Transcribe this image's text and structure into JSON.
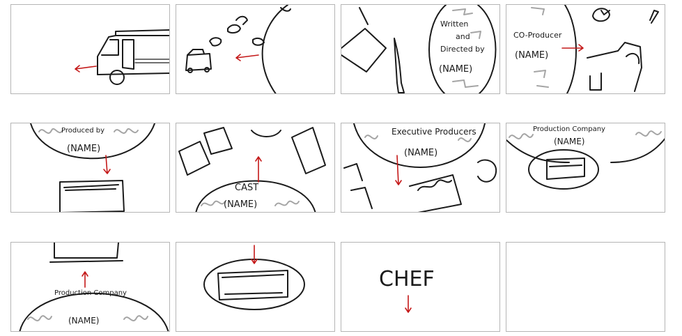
{
  "panels": {
    "p3": {
      "written": "Written",
      "and": "and",
      "directed_by": "Directed by",
      "name": "(NAME)"
    },
    "p4": {
      "title": "CO-Producer",
      "name": "(NAME)"
    },
    "p5": {
      "title": "Produced by",
      "name": "(NAME)"
    },
    "p6": {
      "title": "CAST",
      "name": "(NAME)"
    },
    "p7": {
      "title": "Executive Producers",
      "name": "(NAME)"
    },
    "p8": {
      "title": "Production Company",
      "name": "(NAME)"
    },
    "p9": {
      "title": "Production Company",
      "name": "(NAME)"
    },
    "p11": {
      "title": "CHEF"
    }
  },
  "colors": {
    "sketch": "#1b1b1b",
    "arrow": "#c41818",
    "panel_border": "#b5b5b5",
    "squiggle_gray": "#a5a5a5"
  }
}
